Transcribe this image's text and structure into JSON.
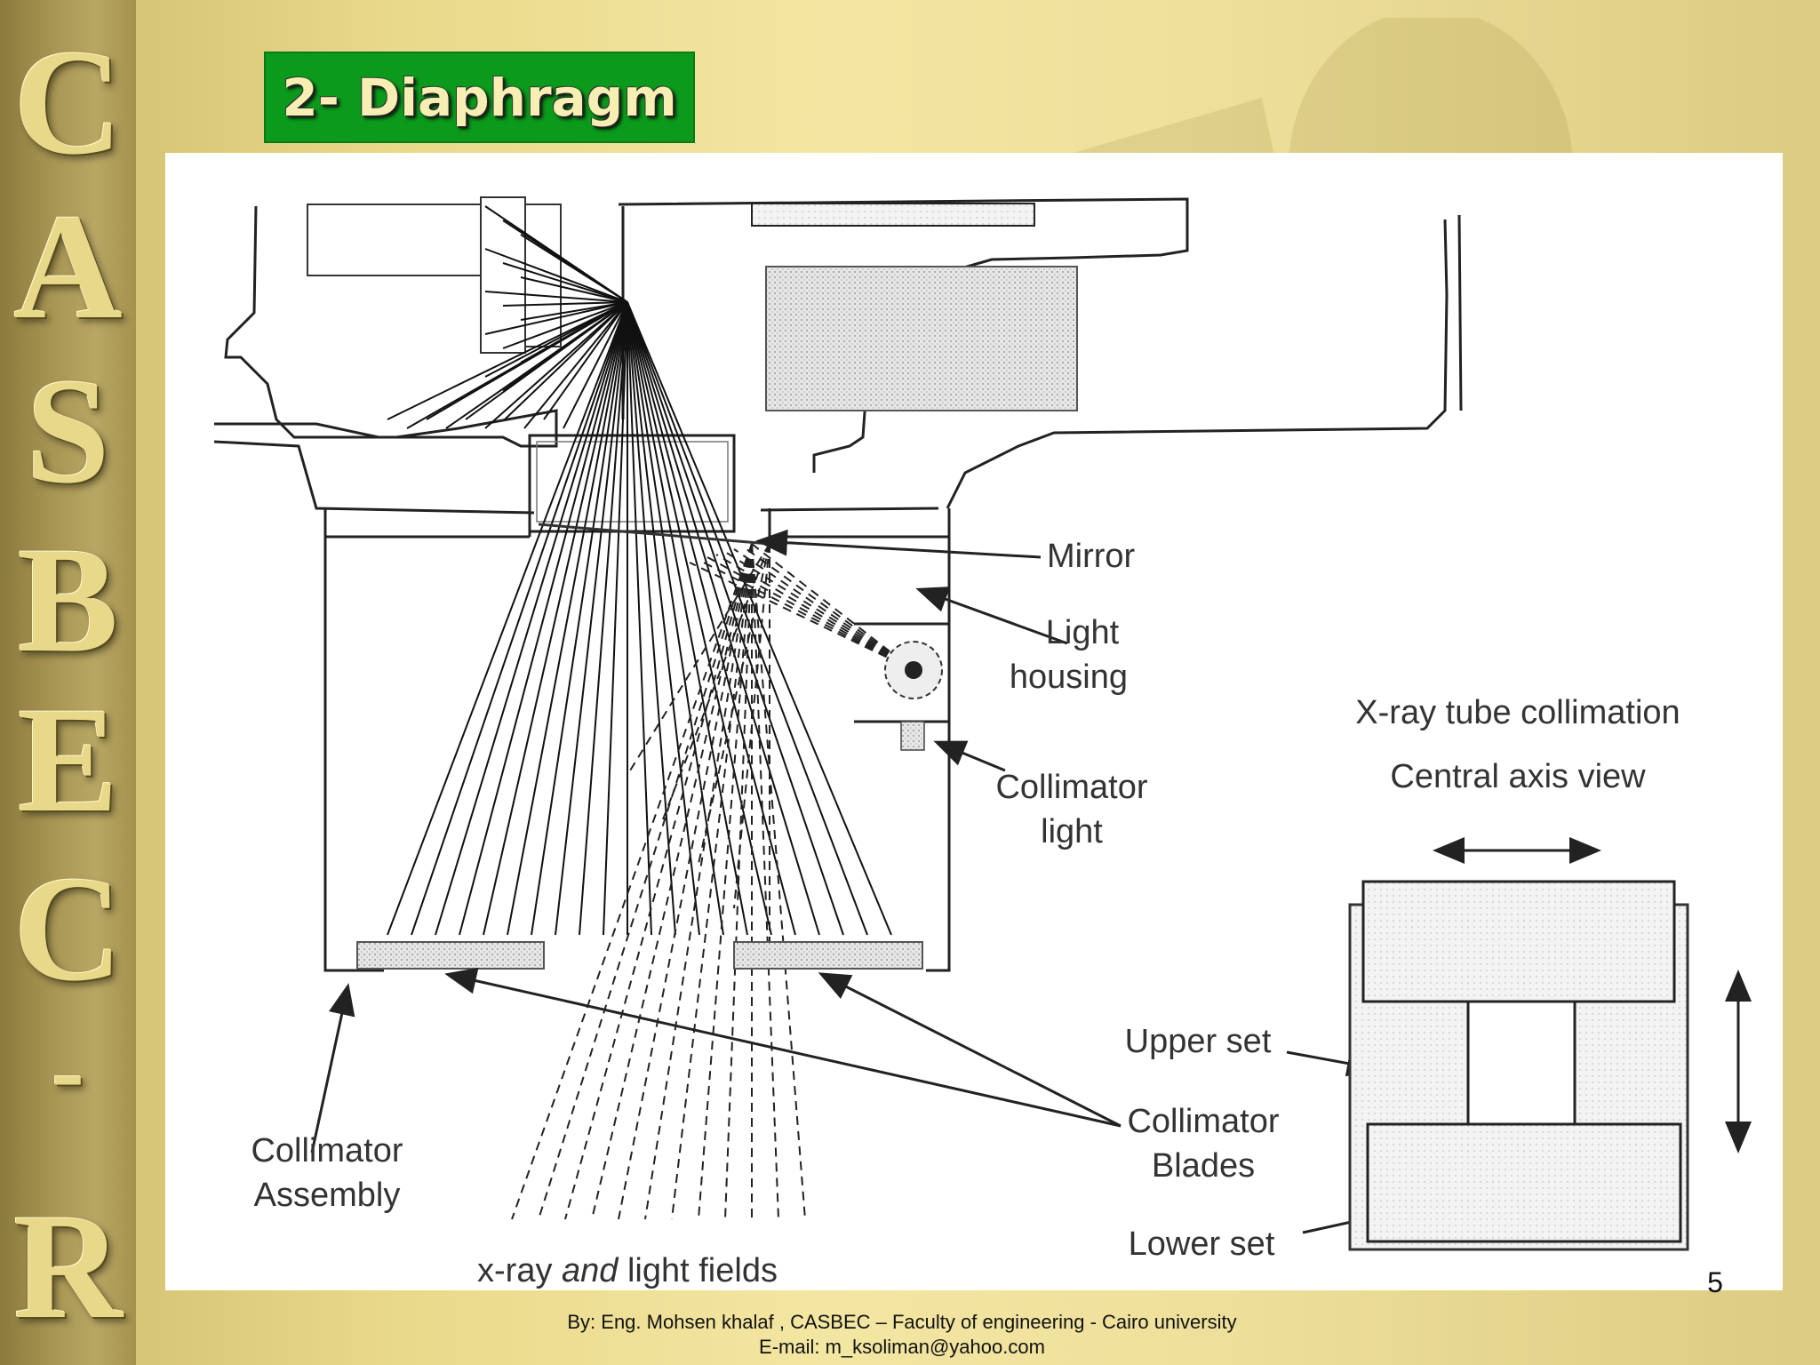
{
  "sidebar": {
    "letters": [
      "C",
      "A",
      "S",
      "B",
      "E",
      "C",
      "-",
      "R"
    ]
  },
  "slide": {
    "title": "2- Diaphragm",
    "page_number": "5"
  },
  "diagram": {
    "labels": {
      "mirror": "Mirror",
      "light_housing_1": "Light",
      "light_housing_2": "housing",
      "collimator_light_1": "Collimator",
      "collimator_light_2": "light",
      "collimation_title": "X-ray tube collimation",
      "collimation_subtitle": "Central axis view",
      "upper_set": "Upper set",
      "blades_1": "Collimator",
      "blades_2": "Blades",
      "lower_set": "Lower set",
      "assembly_1": "Collimator",
      "assembly_2": "Assembly",
      "fields_pre": "x-ray ",
      "fields_em": "and",
      "fields_post": " light fields"
    }
  },
  "footer": {
    "line1": "By: Eng. Mohsen khalaf , CASBEC – Faculty of engineering - Cairo university",
    "line2": "E-mail: m_ksoliman@yahoo.com"
  },
  "colors": {
    "title_bg": "#0c9a1c",
    "title_text": "#f6eeb2",
    "sidebar_letter": "#e8d98a"
  }
}
